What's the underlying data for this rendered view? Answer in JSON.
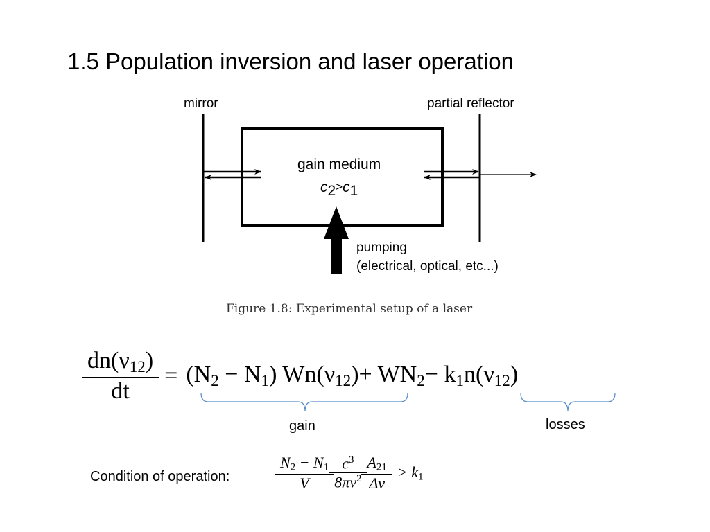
{
  "title": "1.5 Population inversion and laser operation",
  "diagram": {
    "mirror_label": "mirror",
    "reflector_label": "partial reflector",
    "medium_label": "gain medium",
    "condition_c": "c",
    "condition_sub2": "2",
    "condition_gt": ">",
    "condition_sub1": "1",
    "pumping_label": "pumping",
    "pumping_detail": "(electrical, optical, etc...)"
  },
  "caption": "Figure 1.8: Experimental setup of a laser",
  "equation": {
    "lhs_num": "dn(ν",
    "lhs_num_sub": "12",
    "lhs_num_close": ")",
    "lhs_den": "dt",
    "eq": "=",
    "t1a": "(N",
    "t1b": "2",
    "t1c": " − N",
    "t1d": "1",
    "t1e": ") Wn(ν",
    "t1f": "12",
    "t1g": ")",
    "t2a": " + WN",
    "t2b": "2",
    "t3a": " − k",
    "t3b": "1",
    "t3c": "n(ν",
    "t3d": "12",
    "t3e": ")"
  },
  "labels": {
    "gain": "gain",
    "losses": "losses"
  },
  "condition": {
    "label": "Condition of operation:",
    "f1_num_a": "N",
    "f1_num_b": "2",
    "f1_num_c": " − N",
    "f1_num_d": "1",
    "f1_den": "V",
    "f2_num": "c",
    "f2_num_sup": "3",
    "f2_den": "8πν",
    "f2_den_sup": "2",
    "f3_num": "A",
    "f3_num_sub": "21",
    "f3_den": "Δν",
    "rel": " > k",
    "rel_sub": "1"
  }
}
